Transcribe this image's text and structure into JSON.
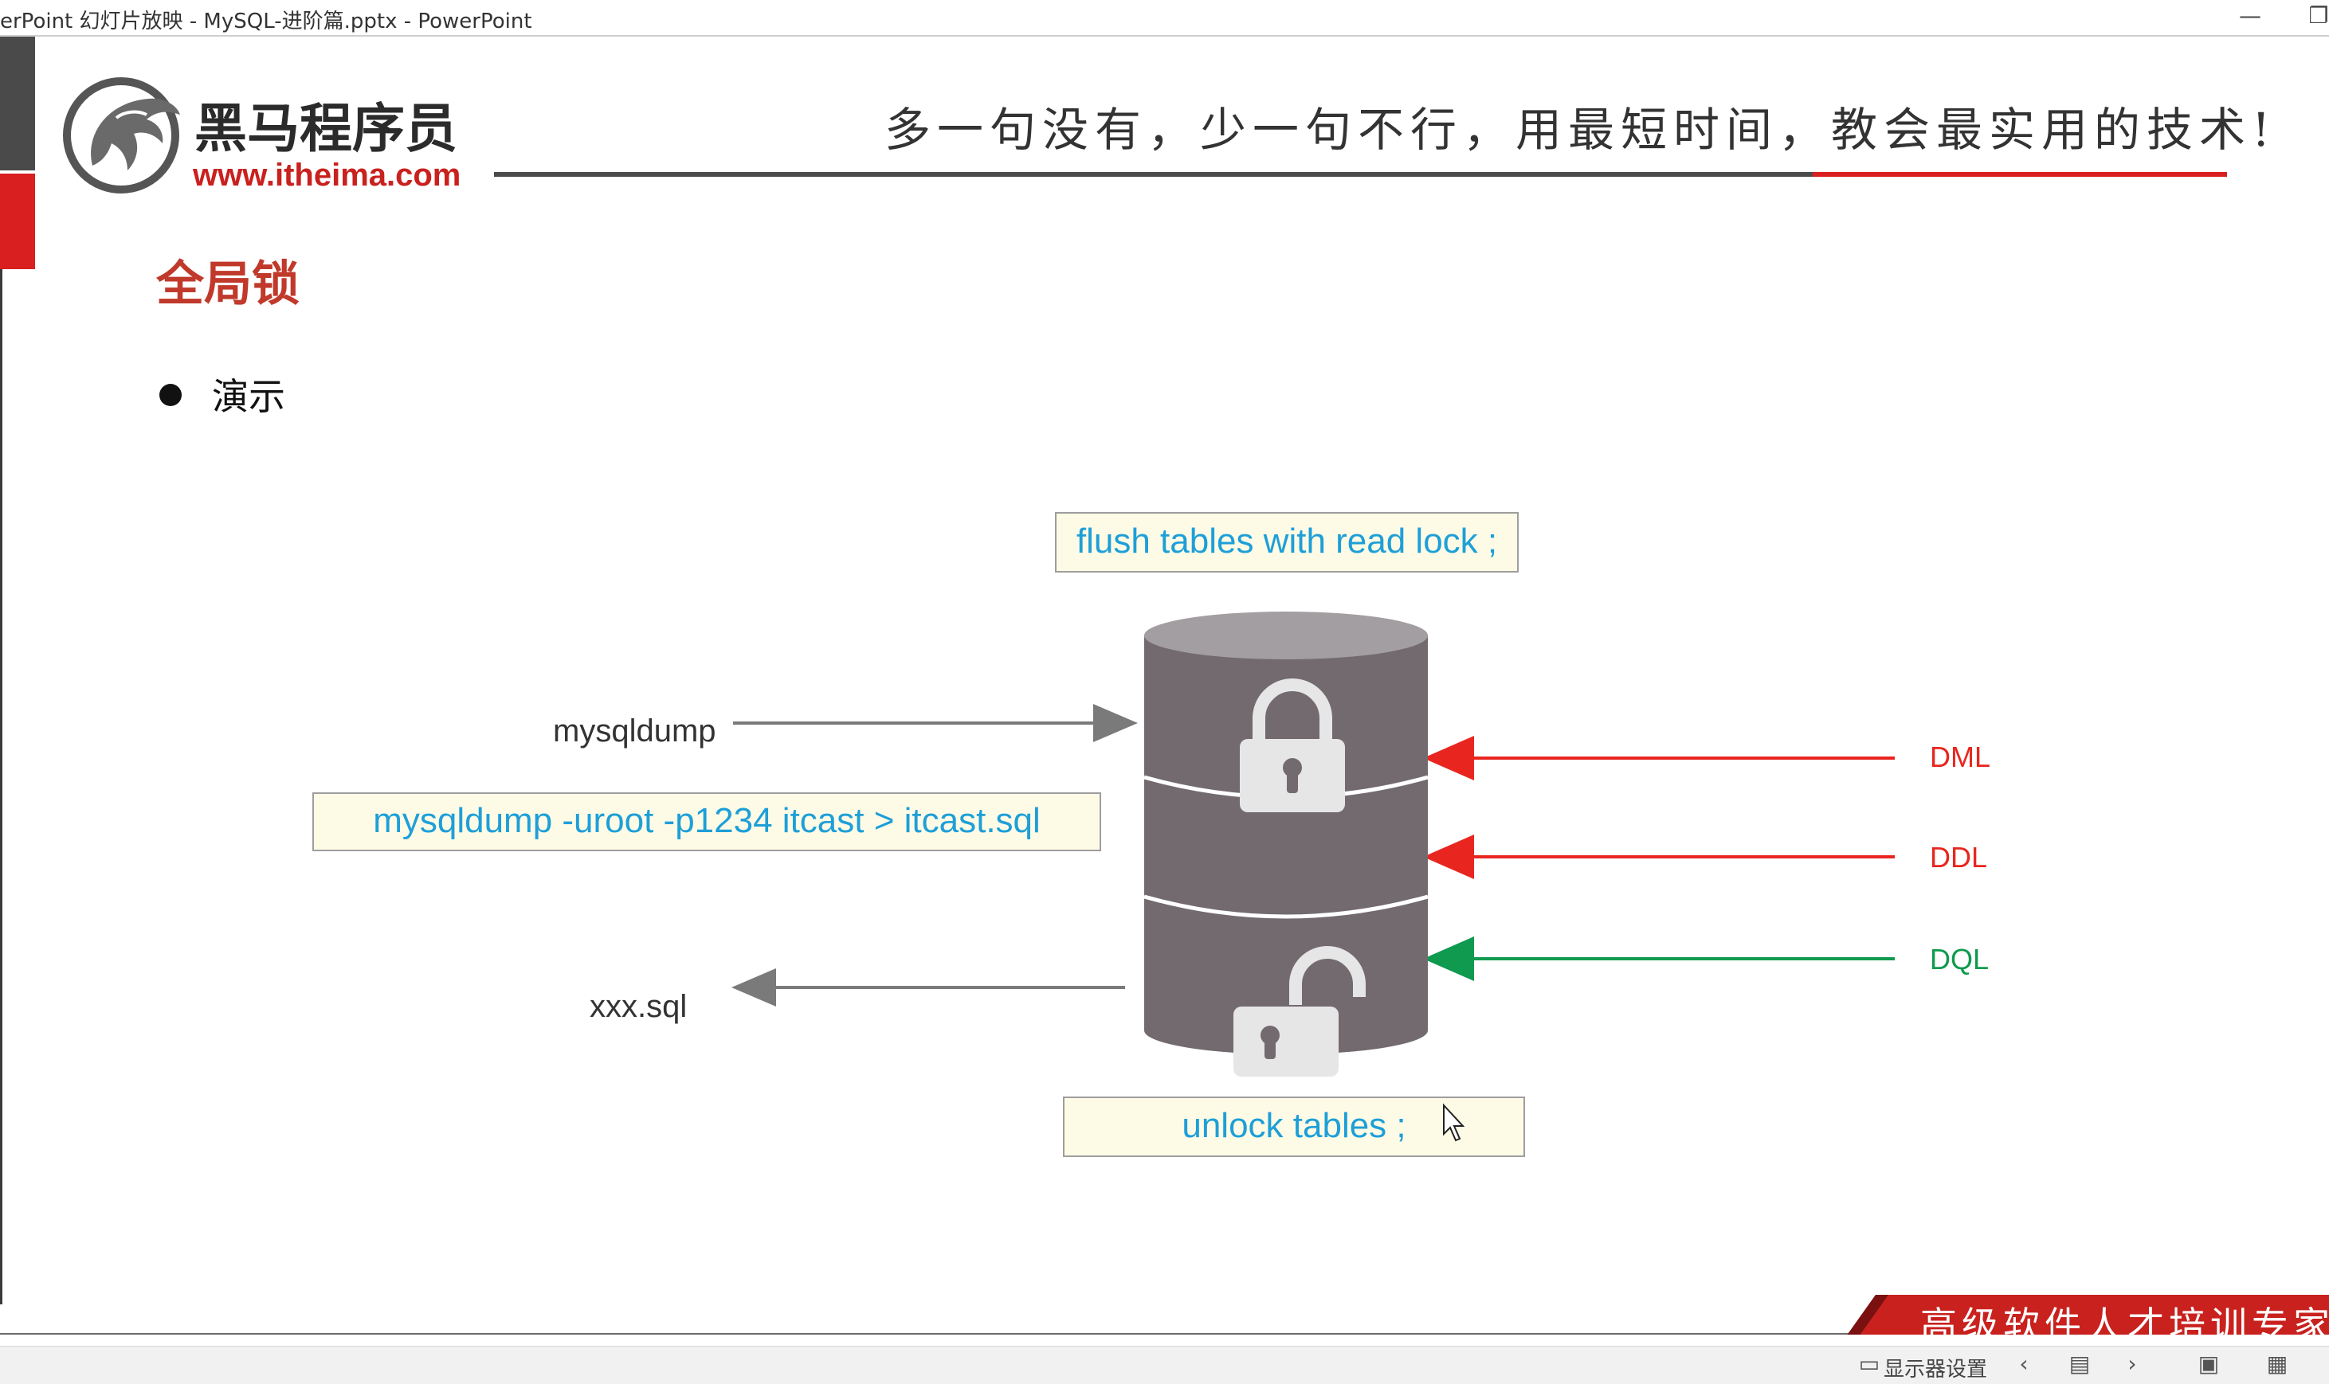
{
  "window": {
    "title": "erPoint 幻灯片放映  -  MySQL-进阶篇.pptx - PowerPoint",
    "minimize_glyph": "—",
    "restore_glyph": "❐"
  },
  "header": {
    "brand_cn": "黑马程序员",
    "brand_url": "www.itheima.com",
    "slogan": "多一句没有，少一句不行，用最短时间，教会最实用的技术!"
  },
  "slide": {
    "title": "全局锁",
    "bullet": "演示"
  },
  "diagram": {
    "flush_cmd": "flush tables with read lock ;",
    "dump_label": "mysqldump",
    "dump_cmd": "mysqldump  -uroot -p1234  itcast > itcast.sql",
    "output_label": "xxx.sql",
    "unlock_cmd": "unlock tables ;",
    "ops": [
      {
        "label": "DML",
        "color": "#e8261f",
        "blocked": true
      },
      {
        "label": "DDL",
        "color": "#e8261f",
        "blocked": true
      },
      {
        "label": "DQL",
        "color": "#0f9a4f",
        "blocked": false
      }
    ],
    "db_color": "#736a70",
    "db_top_color": "#a39ea1",
    "icons": [
      "lock-closed-icon",
      "lock-open-icon"
    ]
  },
  "banner": {
    "text": "高级软件人才培训专家"
  },
  "statusbar": {
    "display_settings": "显示器设置",
    "icons": [
      "monitor-icon",
      "prev-icon",
      "slide-sorter-icon",
      "next-icon",
      "reading-view-icon",
      "grid-view-icon"
    ]
  }
}
